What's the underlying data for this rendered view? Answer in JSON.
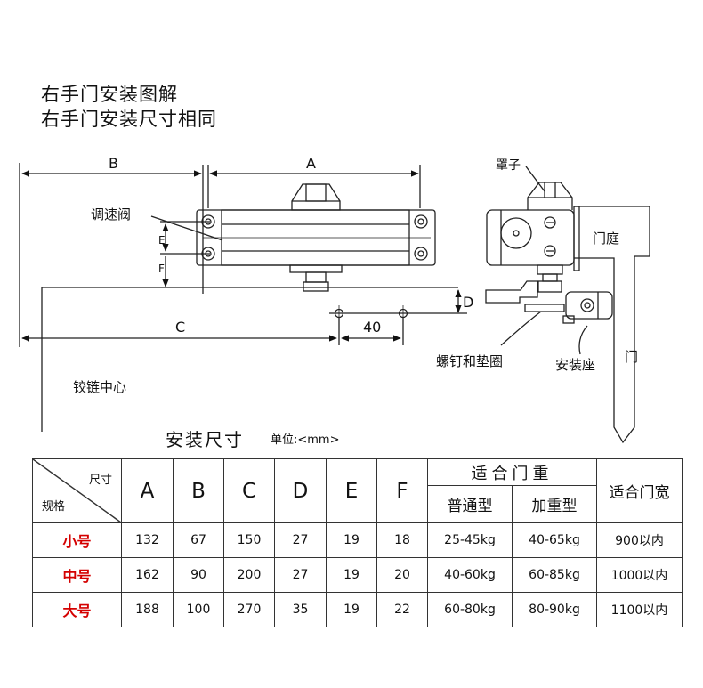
{
  "title_lines": [
    "右手门安装图解",
    "右手门安装尺寸相同"
  ],
  "diagram": {
    "dim_labels": {
      "A": "A",
      "B": "B",
      "C": "C",
      "D": "D",
      "E": "E",
      "F": "F",
      "dist": "40"
    },
    "callouts": {
      "valve": "调速阀",
      "hinge_center": "铰链中心",
      "cover": "罩子",
      "door_frame": "门庭",
      "screw_washer": "螺钉和垫圈",
      "mount_seat": "安装座",
      "door": "门"
    }
  },
  "table": {
    "section_title": "安装尺寸",
    "unit": "单位:<mm>",
    "corner_top": "尺寸",
    "corner_bottom": "规格",
    "dim_headers": [
      "A",
      "B",
      "C",
      "D",
      "E",
      "F"
    ],
    "weight_group": "适合门重",
    "weight_types": [
      "普通型",
      "加重型"
    ],
    "width_header": "适合门宽",
    "rows": [
      {
        "model": "小号",
        "A": "132",
        "B": "67",
        "C": "150",
        "D": "27",
        "E": "19",
        "F": "18",
        "normal": "25-45kg",
        "heavy": "40-65kg",
        "width": "900以内"
      },
      {
        "model": "中号",
        "A": "162",
        "B": "90",
        "C": "200",
        "D": "27",
        "E": "19",
        "F": "20",
        "normal": "40-60kg",
        "heavy": "60-85kg",
        "width": "1000以内"
      },
      {
        "model": "大号",
        "A": "188",
        "B": "100",
        "C": "270",
        "D": "35",
        "E": "19",
        "F": "22",
        "normal": "60-80kg",
        "heavy": "80-90kg",
        "width": "1100以内"
      }
    ]
  }
}
